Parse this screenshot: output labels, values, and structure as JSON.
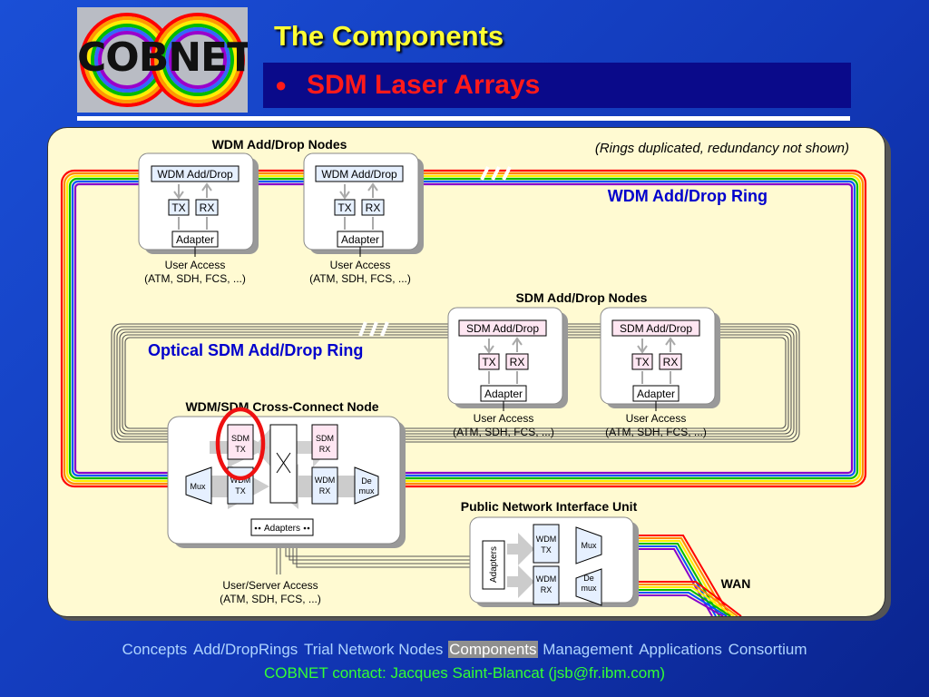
{
  "logo": {
    "text": "COBNET"
  },
  "header": {
    "title": "The Components",
    "subtitle": "SDM Laser Arrays"
  },
  "diagram": {
    "note": "(Rings duplicated, redundancy not shown)",
    "wdm_nodes_title": "WDM Add/Drop Nodes",
    "wdm_ring_label": "WDM Add/Drop Ring",
    "sdm_nodes_title": "SDM Add/Drop Nodes",
    "sdm_ring_label": "Optical SDM Add/Drop Ring",
    "cross_connect_title": "WDM/SDM Cross-Connect Node",
    "pniu_title": "Public Network Interface Unit",
    "wan_label": "WAN",
    "wdm_nodes": [
      {
        "head": "WDM Add/Drop",
        "tx": "TX",
        "rx": "RX",
        "adapter": "Adapter",
        "access_line1": "User Access",
        "access_line2": "(ATM, SDH, FCS, ...)"
      },
      {
        "head": "WDM Add/Drop",
        "tx": "TX",
        "rx": "RX",
        "adapter": "Adapter",
        "access_line1": "User Access",
        "access_line2": "(ATM, SDH, FCS, ...)"
      }
    ],
    "sdm_nodes": [
      {
        "head": "SDM Add/Drop",
        "tx": "TX",
        "rx": "RX",
        "adapter": "Adapter",
        "access_line1": "User Access",
        "access_line2": "(ATM, SDH, FCS, ...)"
      },
      {
        "head": "SDM Add/Drop",
        "tx": "TX",
        "rx": "RX",
        "adapter": "Adapter",
        "access_line1": "User Access",
        "access_line2": "(ATM, SDH, FCS, ...)"
      }
    ],
    "cross_connect": {
      "sdm_tx": [
        "SDM",
        "TX"
      ],
      "sdm_rx": [
        "SDM",
        "RX"
      ],
      "wdm_tx": [
        "WDM",
        "TX"
      ],
      "wdm_rx": [
        "WDM",
        "RX"
      ],
      "mux": "Mux",
      "demux": [
        "De",
        "mux"
      ],
      "switch": "X",
      "adapters": "Adapters",
      "access_line1": "User/Server Access",
      "access_line2": "(ATM, SDH, FCS, ...)"
    },
    "pniu": {
      "adapters": "Adapters",
      "wdm_tx": [
        "WDM",
        "TX"
      ],
      "wdm_rx": [
        "WDM",
        "RX"
      ],
      "mux": "Mux",
      "demux": [
        "De",
        "mux"
      ]
    },
    "colors": {
      "highlight": "#ee1111",
      "ring_colors": [
        "#ff0000",
        "#ff8800",
        "#ffee00",
        "#00cc00",
        "#0066ff",
        "#8800cc"
      ]
    }
  },
  "footer": {
    "nav": [
      {
        "label": "Concepts",
        "active": false
      },
      {
        "label": "Add/DropRings",
        "active": false
      },
      {
        "label": "Trial Network Nodes",
        "active": false
      },
      {
        "label": "Components",
        "active": true
      },
      {
        "label": "Management",
        "active": false
      },
      {
        "label": "Applications",
        "active": false
      },
      {
        "label": "Consortium",
        "active": false
      }
    ],
    "contact": "COBNET contact: Jacques Saint-Blancat (jsb@fr.ibm.com)"
  }
}
